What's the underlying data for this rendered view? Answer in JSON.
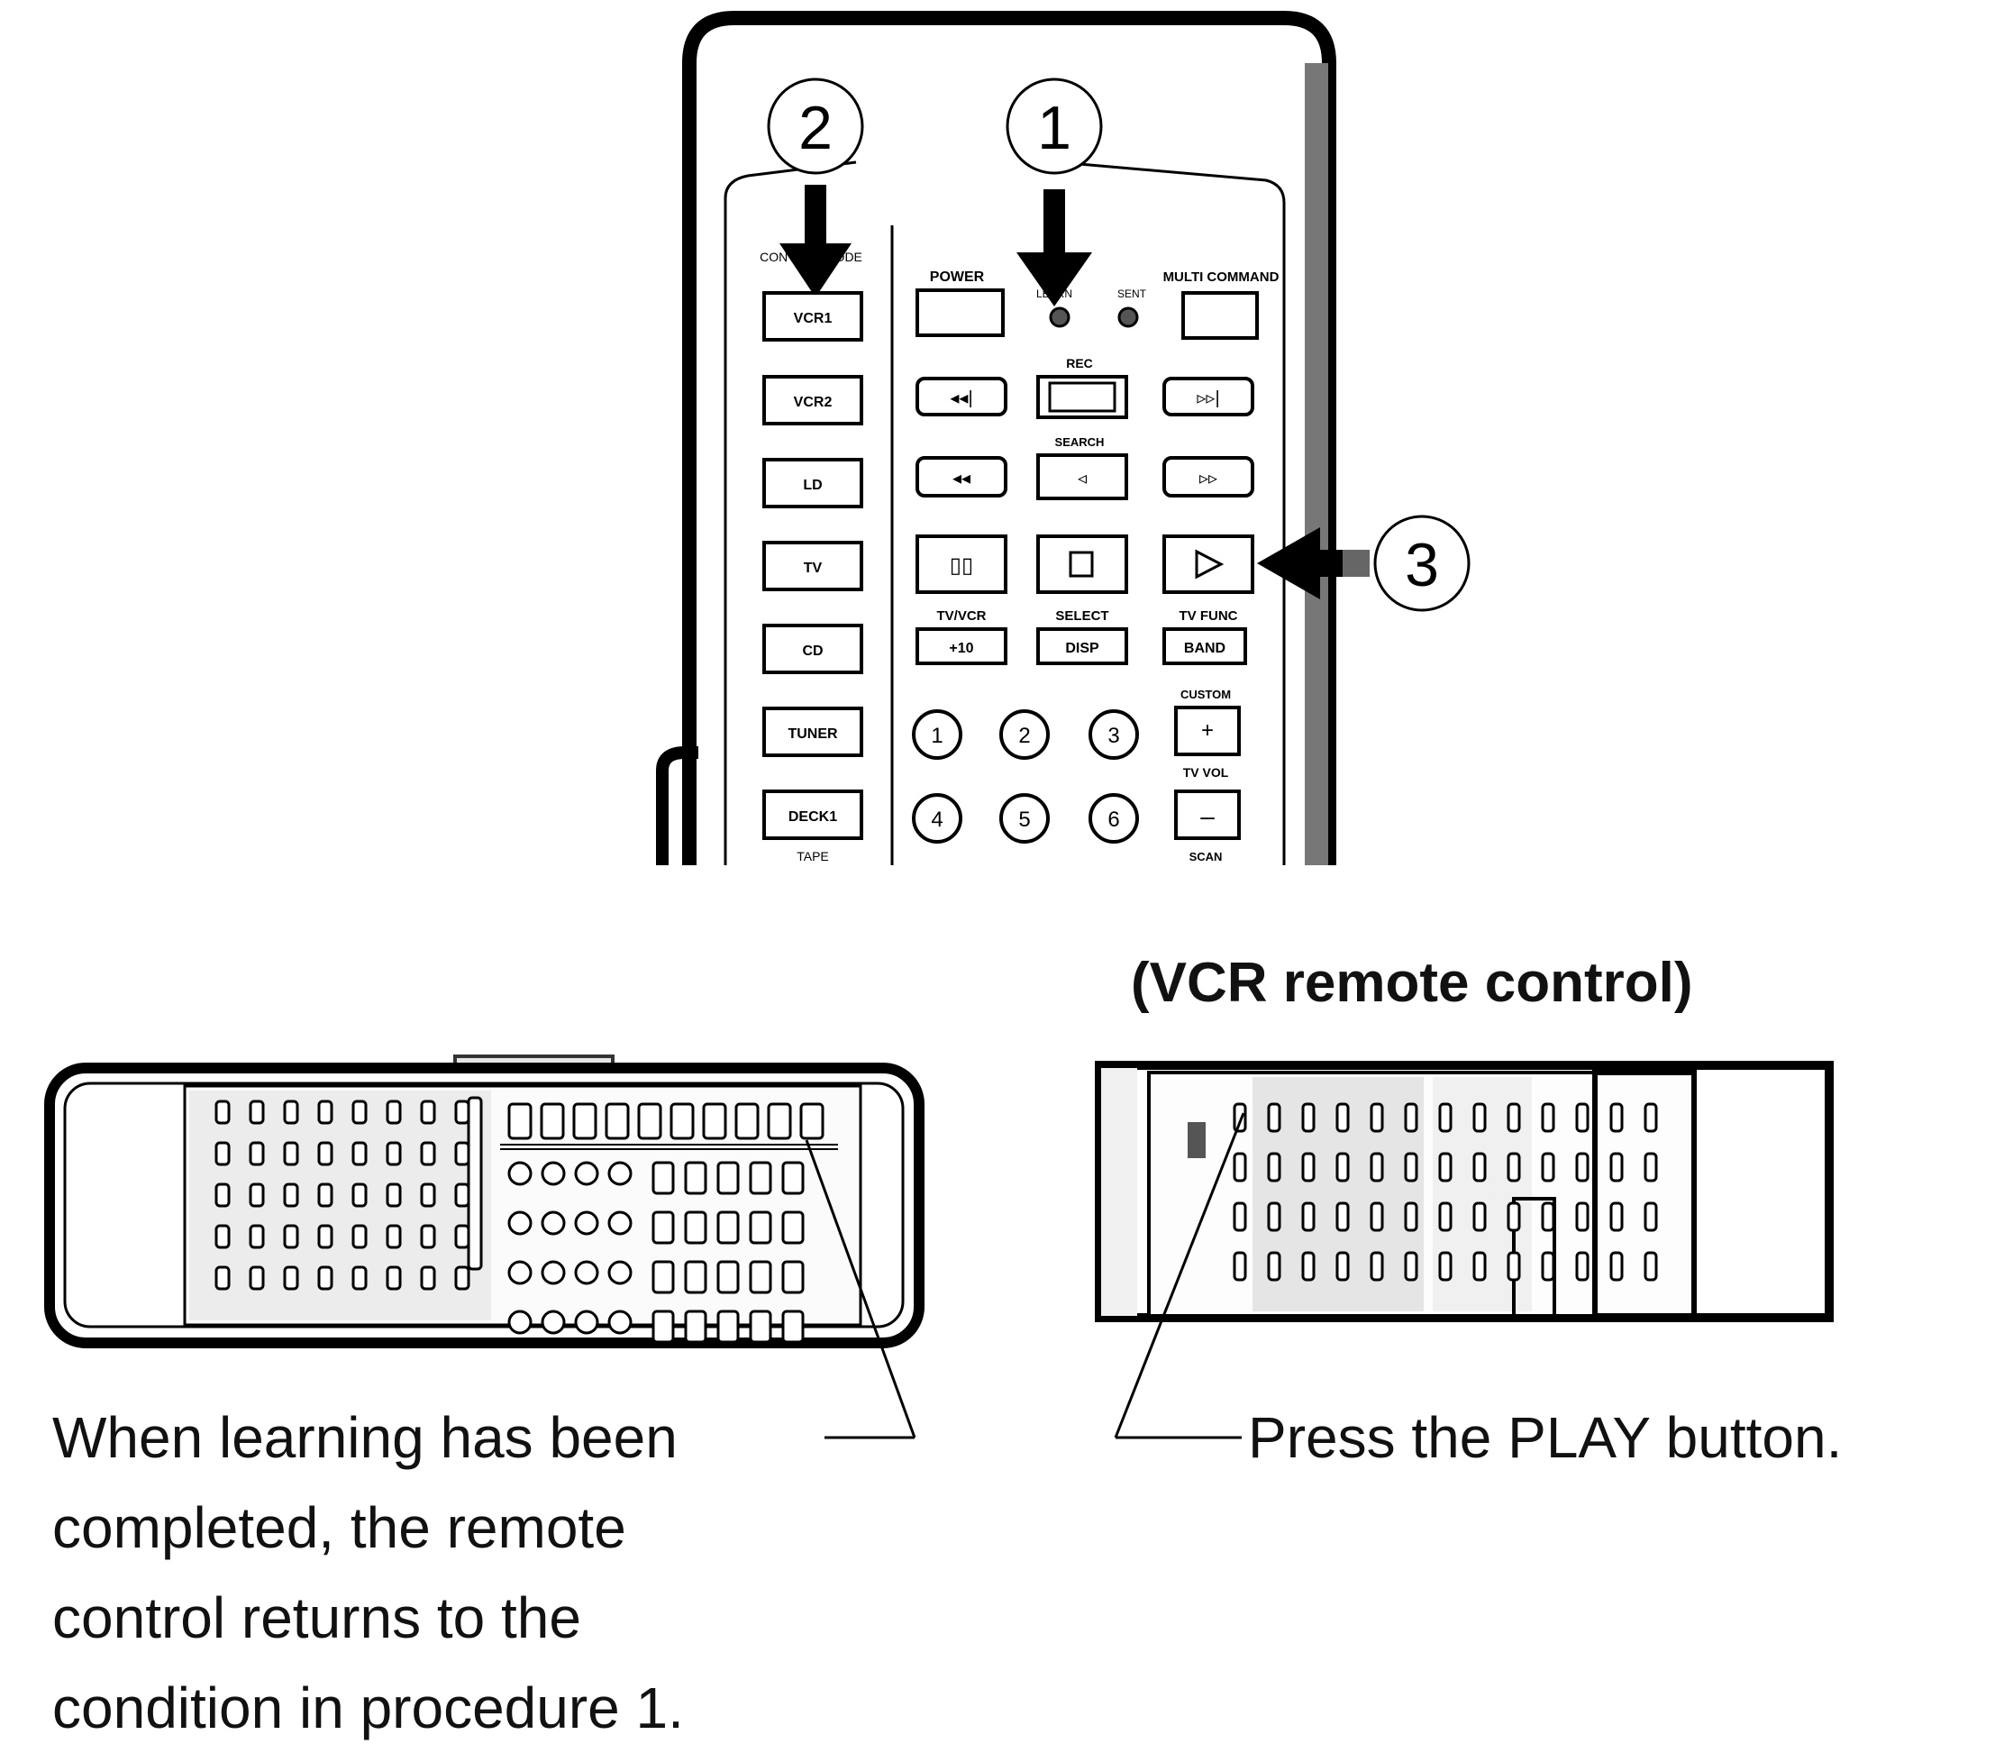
{
  "steps": {
    "step1": "1",
    "step2": "2",
    "step3": "3"
  },
  "remote": {
    "source_label": "CONTROL MODE",
    "source_buttons": [
      "VCR1",
      "VCR2",
      "LD",
      "TV",
      "CD",
      "TUNER",
      "DECK1"
    ],
    "tape_label": "TAPE",
    "power_label": "POWER",
    "learn_label": "LEARN",
    "sent_label": "SENT",
    "multi_label": "MULTI COMMAND",
    "rec_label": "REC",
    "search_label": "SEARCH",
    "tvvcr_label": "TV/VCR",
    "select_label": "SELECT",
    "tvfunc_label": "TV FUNC",
    "plus10_label": "+10",
    "disp_label": "DISP",
    "band_label": "BAND",
    "custom_label": "CUSTOM",
    "tvvol_label": "TV VOL",
    "scan_label": "SCAN",
    "plus_label": "+",
    "minus_label": "–",
    "numbers": [
      "1",
      "2",
      "3",
      "4",
      "5",
      "6"
    ]
  },
  "vcr_title": "(VCR remote control)",
  "caption_left": [
    "When learning has been",
    "completed, the remote",
    "control returns to the",
    "condition in procedure 1."
  ],
  "caption_right": "Press the PLAY button."
}
